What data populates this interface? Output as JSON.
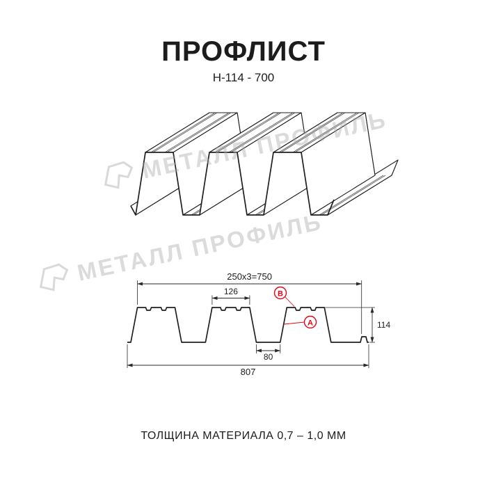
{
  "header": {
    "title": "ПРОФЛИСТ",
    "subtitle": "Н-114 - 700"
  },
  "watermark": {
    "text": "МЕТАЛЛ ПРОФИЛЬ"
  },
  "footer": {
    "text": "ТОЛЩИНА МАТЕРИАЛА 0,7 – 1,0 ММ"
  },
  "drawing": {
    "dims": {
      "module": "250x3=750",
      "flange": "126",
      "valley": "80",
      "overall": "807",
      "height": "114"
    },
    "markers": {
      "b": "В",
      "a": "А"
    },
    "colors": {
      "line": "#1f1f1f",
      "accent_red": "#e30613",
      "watermark_gray": "#c9c9c9"
    }
  }
}
